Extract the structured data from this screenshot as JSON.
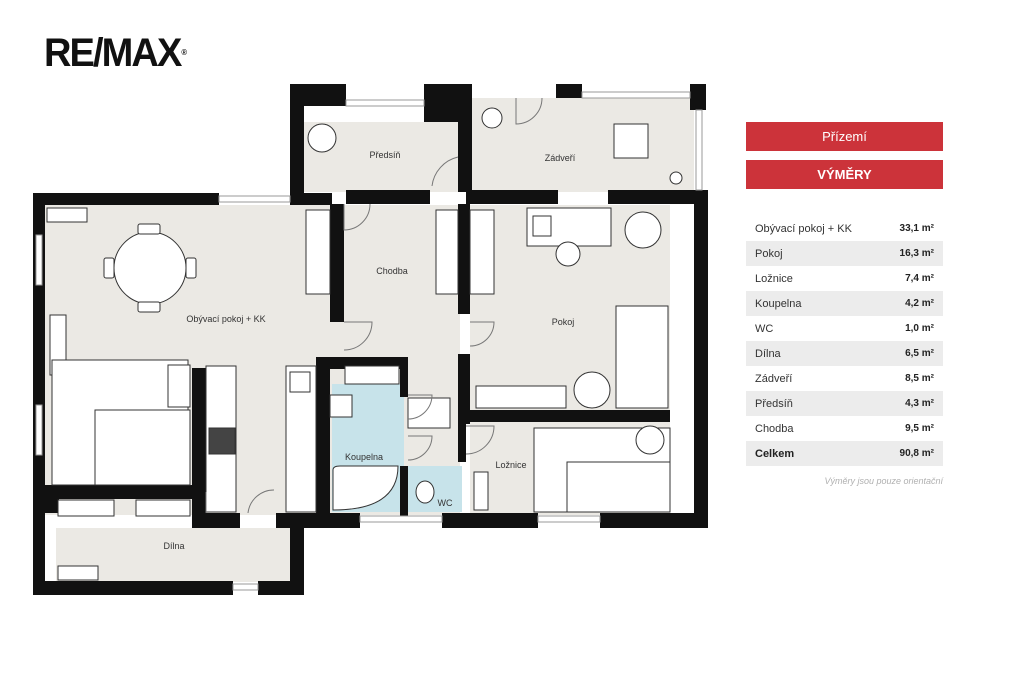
{
  "logo": {
    "text": "RE/MAX",
    "mark": "®"
  },
  "floor_button": "Přízemí",
  "areas_button": "VÝMĚRY",
  "rooms": {
    "living": "Obývací pokoj + KK",
    "hall_entry": "Předsíň",
    "porch": "Zádveří",
    "corridor": "Chodba",
    "room": "Pokoj",
    "bathroom": "Koupelna",
    "wc": "WC",
    "bedroom": "Ložnice",
    "workshop": "Dílna"
  },
  "areas": [
    {
      "name": "Obývací pokoj + KK",
      "value": "33,1 m²"
    },
    {
      "name": "Pokoj",
      "value": "16,3 m²"
    },
    {
      "name": "Ložnice",
      "value": "7,4 m²"
    },
    {
      "name": "Koupelna",
      "value": "4,2 m²"
    },
    {
      "name": "WC",
      "value": "1,0 m²"
    },
    {
      "name": "Dílna",
      "value": "6,5 m²"
    },
    {
      "name": "Zádveří",
      "value": "8,5 m²"
    },
    {
      "name": "Předsíň",
      "value": "4,3 m²"
    },
    {
      "name": "Chodba",
      "value": "9,5 m²"
    },
    {
      "name": "Celkem",
      "value": "90,8 m²"
    }
  ],
  "note": "Výměry jsou pouze orientační",
  "colors": {
    "accent": "#cc333a",
    "wall": "#111111",
    "floor": "#ebe9e4",
    "tile": "#c7e3ea"
  }
}
